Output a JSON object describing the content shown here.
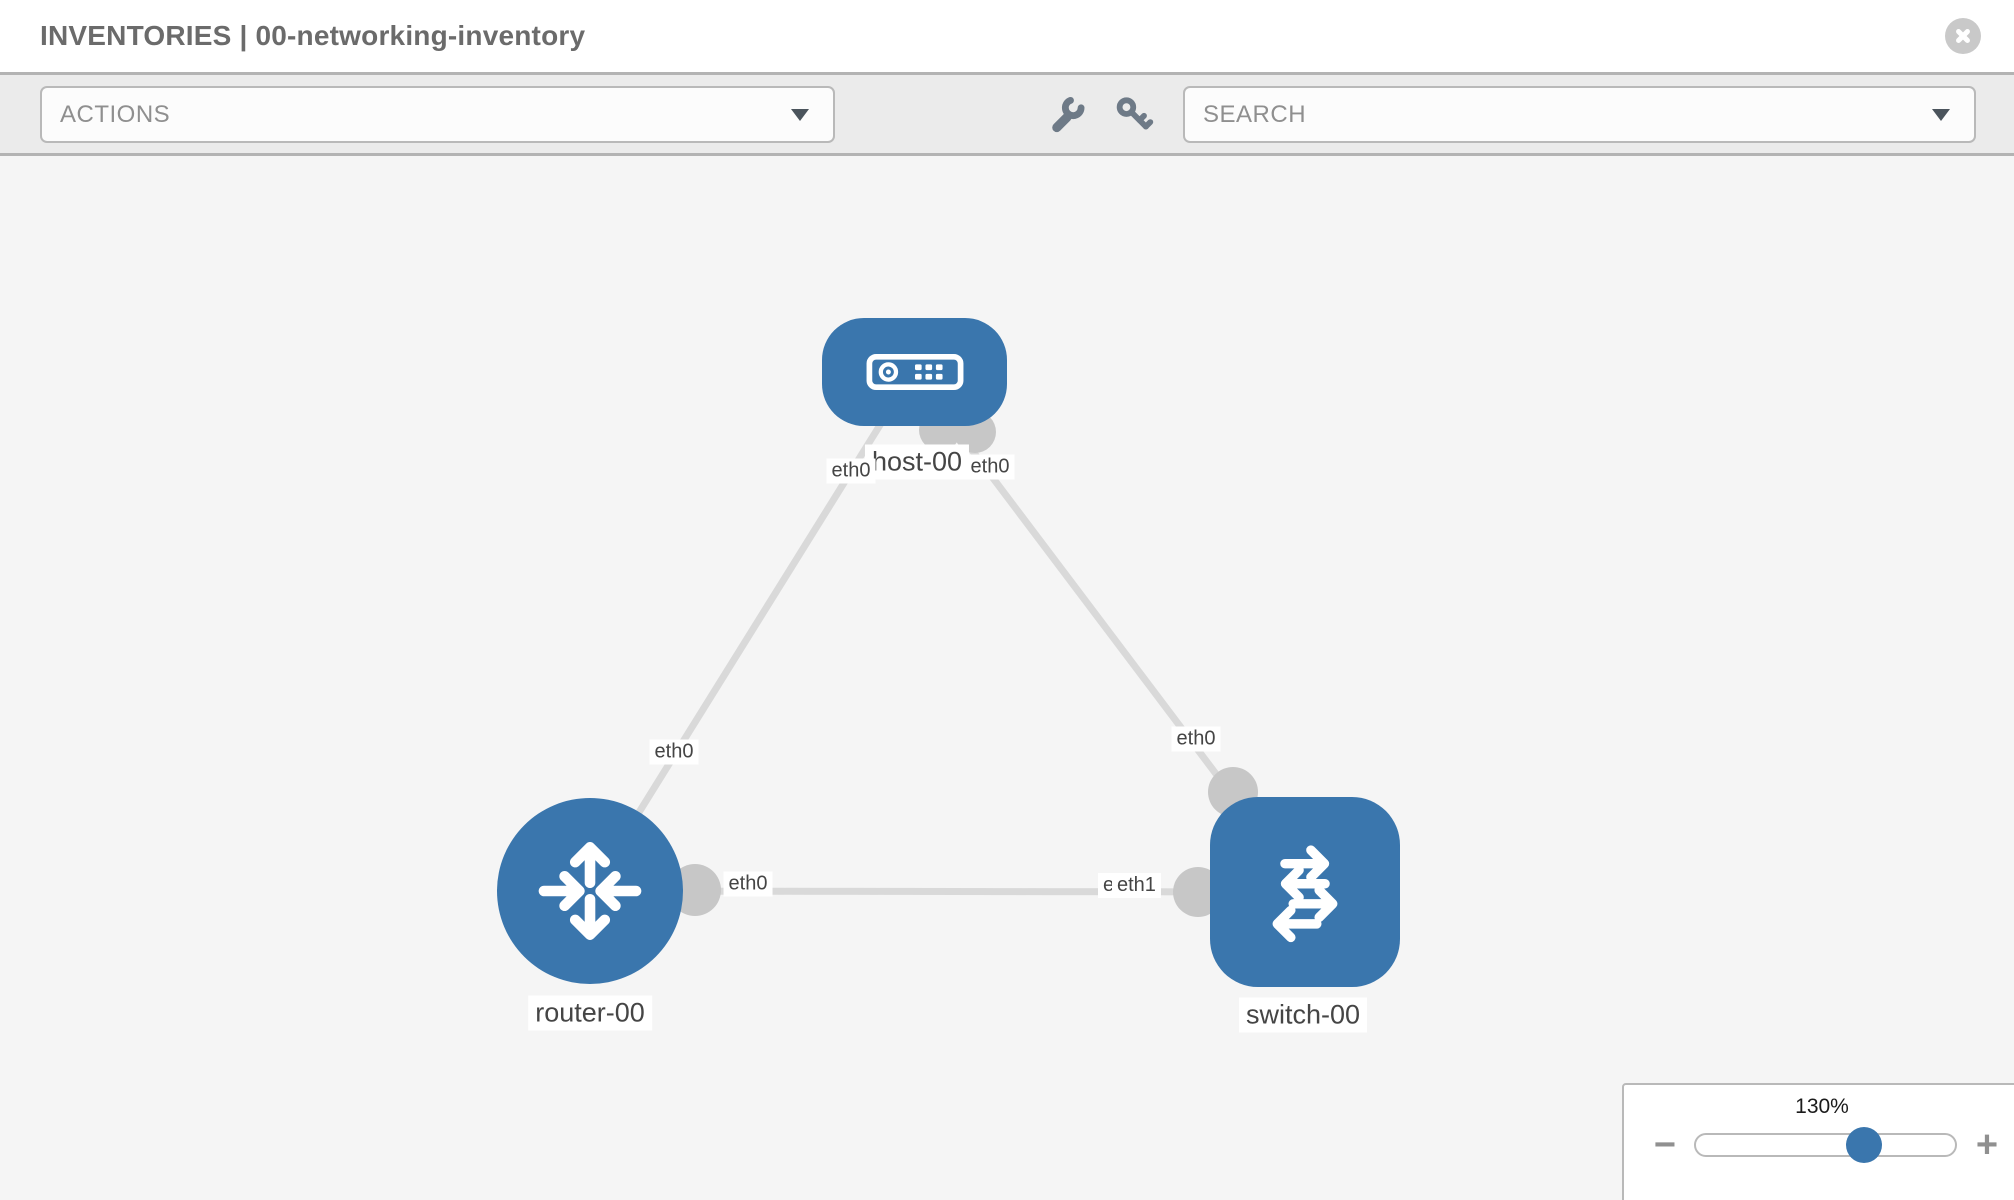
{
  "header": {
    "title": "INVENTORIES | 00-networking-inventory"
  },
  "toolbar": {
    "actions_label": "ACTIONS",
    "search_label": "SEARCH",
    "icons": {
      "left_tool": "wrench-icon",
      "right_tool": "key-icon",
      "dropdown_caret": "chevron-down-icon",
      "close": "circle-x-icon"
    }
  },
  "topology": {
    "nodes": [
      {
        "label": "host-00",
        "type": "host",
        "shape": "rounded-rectangle"
      },
      {
        "label": "router-00",
        "type": "router",
        "shape": "circle"
      },
      {
        "label": "switch-00",
        "type": "switch",
        "shape": "rounded-square"
      }
    ],
    "links": [
      {
        "from": "host-00",
        "from_interface": "eth0",
        "to": "router-00",
        "to_interface": "eth0"
      },
      {
        "from": "host-00",
        "from_interface": "eth0",
        "to": "switch-00",
        "to_interface": "eth0"
      },
      {
        "from": "router-00",
        "from_interface": "eth0",
        "to": "switch-00",
        "to_interface": "eth1"
      }
    ],
    "hidden_interface_label": "eth0"
  },
  "zoom_control": {
    "level": "130%",
    "minus_label": "−",
    "plus_label": "+",
    "slider_percent": 65
  },
  "colors": {
    "node_blue": "#3a76ad",
    "link_gray": "#d9d9d9",
    "connector_gray": "#c7c7c7",
    "toolbar_bg": "#ebebeb",
    "canvas_bg": "#f5f5f5",
    "border_gray": "#b3b3b3",
    "icon_gray": "#6e7a87",
    "title_gray": "#6b6b6b"
  }
}
